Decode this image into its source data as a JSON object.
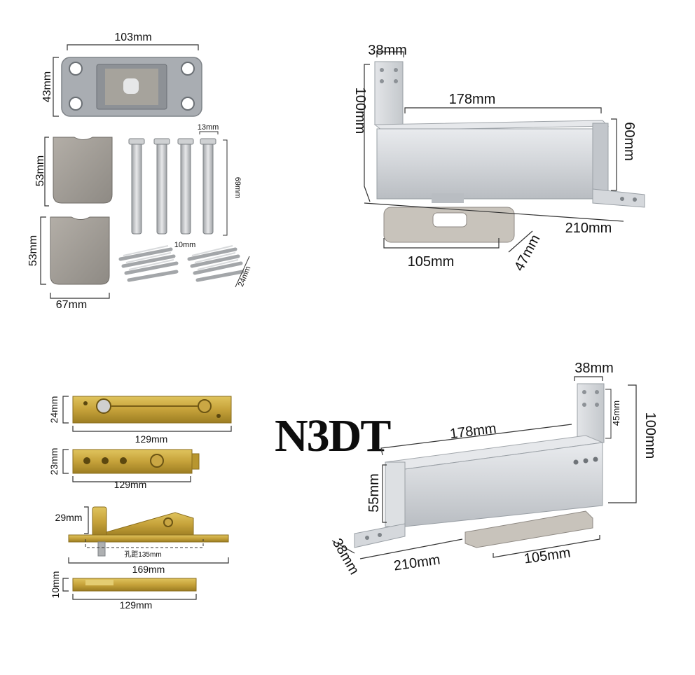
{
  "logo": {
    "text": "N3DT"
  },
  "panel_top_left": {
    "plate_width": "103mm",
    "plate_height": "43mm",
    "shim_top_height": "53mm",
    "shim_bottom_height": "53mm",
    "shim_width": "67mm",
    "anchor_diameter": "13mm",
    "anchor_length": "69mm",
    "anchor_bottom": "10mm",
    "screw_length": "24mm"
  },
  "panel_top_right": {
    "bracket_width": "38mm",
    "bracket_height": "100mm",
    "body_length": "178mm",
    "body_height": "60mm",
    "total_length": "210mm",
    "cover_length": "105mm",
    "cover_width": "47mm"
  },
  "panel_bottom_left": {
    "arm1_height": "24mm",
    "arm1_length": "129mm",
    "arm2_height": "23mm",
    "arm2_length": "129mm",
    "pivot_height": "29mm",
    "hole_spacing": "孔距135mm",
    "pivot_length": "169mm",
    "arm3_height": "10mm",
    "arm3_length": "129mm"
  },
  "panel_bottom_right": {
    "bracket_width": "38mm",
    "bracket_hole_height": "45mm",
    "bracket_height": "100mm",
    "body_length": "178mm",
    "body_height": "55mm",
    "base_width": "38mm",
    "total_length": "210mm",
    "cover_length": "105mm"
  },
  "colors": {
    "steel": "#cfd2d6",
    "steel_dark": "#9da2a8",
    "brass": "#c6a23a",
    "zinc": "#b7b9bb"
  }
}
